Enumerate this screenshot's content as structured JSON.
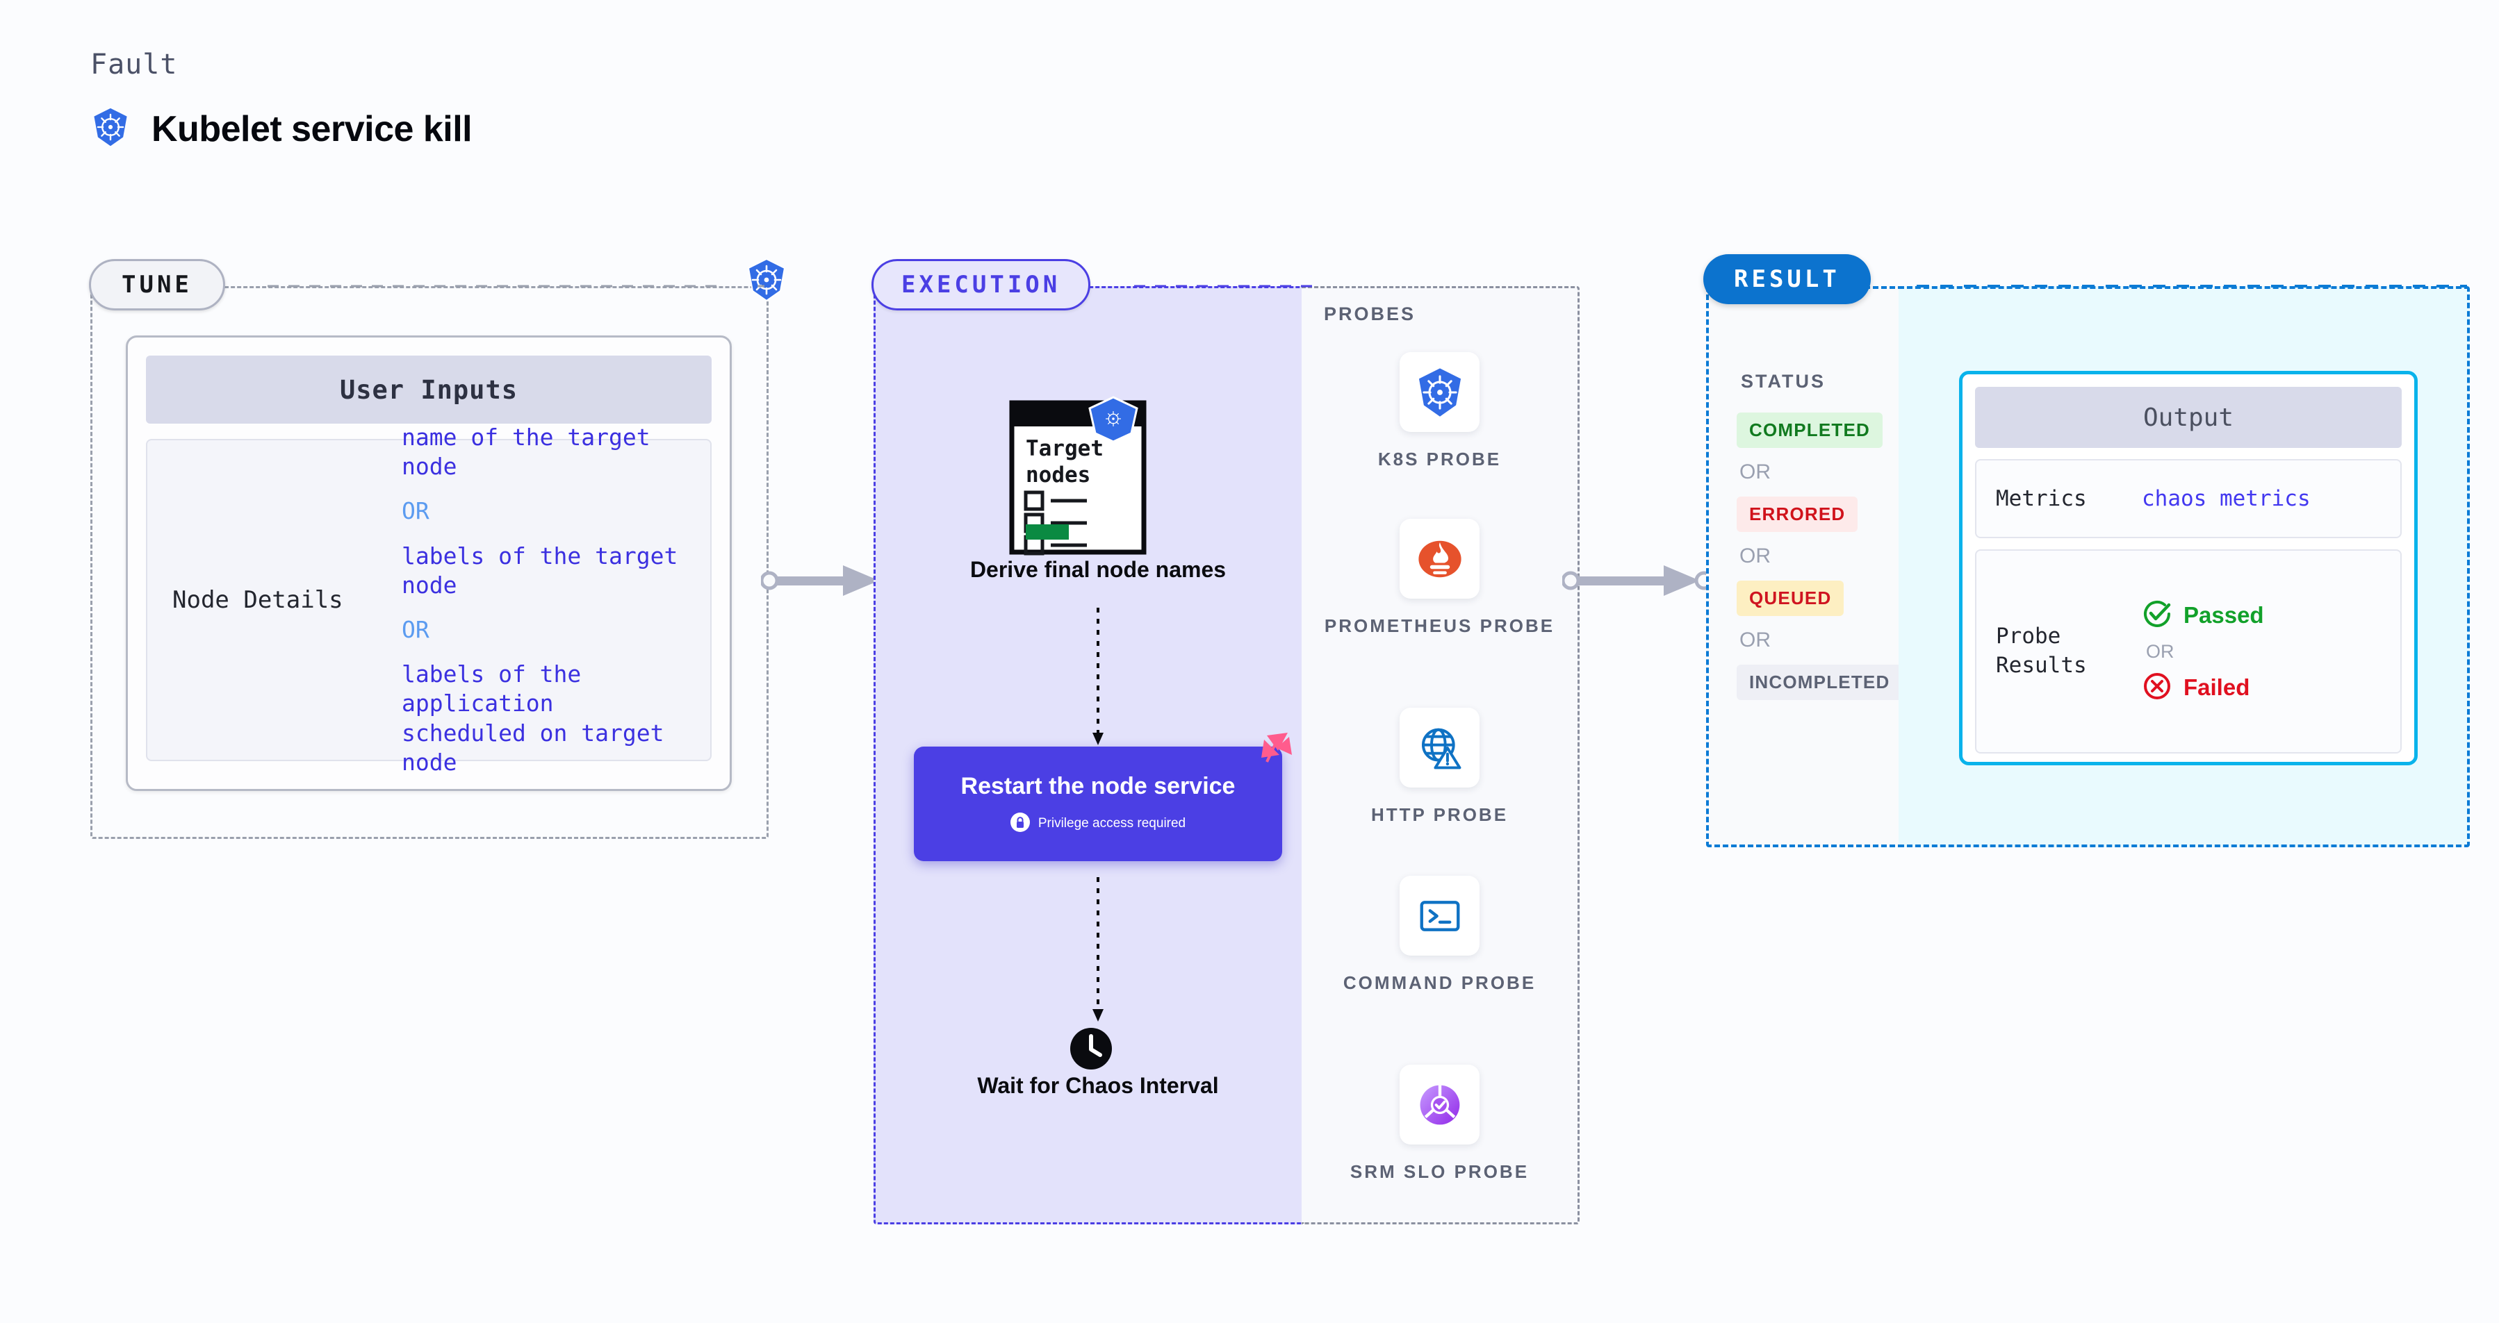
{
  "header": {
    "kicker": "Fault",
    "title": "Kubelet service kill",
    "icon": "kubernetes-icon"
  },
  "colors": {
    "accent_purple": "#4b3fe4",
    "accent_blue": "#0c73ce",
    "accent_cyan": "#09b3eb",
    "k8s_blue": "#326ce5",
    "harness_pink": "#ff5c8d",
    "tune_border": "#9aa0ad",
    "execution_bg": "#e3e2fb",
    "result_bg": "#e9fafe"
  },
  "tune": {
    "badge": "TUNE",
    "icon": "kubernetes-icon",
    "card": {
      "header": "User Inputs",
      "rows": [
        {
          "label": "Node Details",
          "values": [
            "name of the target node",
            "labels of the target node",
            "labels of the application\n scheduled on target node"
          ],
          "separator": "OR"
        }
      ]
    }
  },
  "execution": {
    "badge": "EXECUTION",
    "steps": [
      {
        "id": "derive-final-node-names",
        "label": "Derive final node names",
        "icon": "target-nodes-checklist-icon",
        "badge_icon": "kubernetes-icon",
        "card_title": "Target nodes"
      },
      {
        "id": "restart-the-node-service",
        "label": "Restart the node service",
        "note": "Privilege access required",
        "note_icon": "lock-icon",
        "corner_icon": "harness-logo-icon",
        "side_icon": "retry-loop-icon"
      },
      {
        "id": "wait-for-chaos-interval",
        "label": "Wait for Chaos Interval",
        "icon": "clock-icon"
      }
    ]
  },
  "probes": {
    "title": "PROBES",
    "items": [
      {
        "label": "K8S PROBE",
        "icon": "kubernetes-icon"
      },
      {
        "label": "PROMETHEUS PROBE",
        "icon": "prometheus-icon"
      },
      {
        "label": "HTTP PROBE",
        "icon": "globe-warning-icon"
      },
      {
        "label": "COMMAND PROBE",
        "icon": "terminal-icon"
      },
      {
        "label": "SRM SLO PROBE",
        "icon": "srm-slo-donut-icon"
      }
    ]
  },
  "result": {
    "badge": "RESULT",
    "status_title": "STATUS",
    "separator": "OR",
    "statuses": [
      {
        "label": "COMPLETED",
        "bg": "#ddf6df",
        "fg": "#117a1f"
      },
      {
        "label": "ERRORED",
        "bg": "#fdeaea",
        "fg": "#d0121b"
      },
      {
        "label": "QUEUED",
        "bg": "#fdefc2",
        "fg": "#cf1420"
      },
      {
        "label": "INCOMPLETED",
        "bg": "#eeeff5",
        "fg": "#5c6274"
      }
    ],
    "output": {
      "header": "Output",
      "metrics_label": "Metrics",
      "metrics_value": "chaos metrics",
      "probe_results_label": "Probe Results",
      "separator": "OR",
      "passed": {
        "label": "Passed",
        "icon": "check-circle-icon",
        "color": "#12a12a"
      },
      "failed": {
        "label": "Failed",
        "icon": "x-circle-icon",
        "color": "#e01020"
      }
    }
  }
}
